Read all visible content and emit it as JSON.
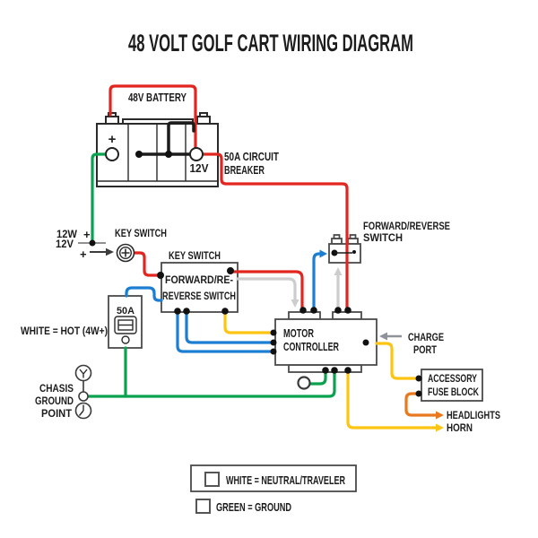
{
  "title": "48 VOLT GOLF CART WIRING DIAGRAM",
  "colors": {
    "red": "#e2261f",
    "blue": "#1b7ed2",
    "green": "#0aa24f",
    "yellow": "#fdc411",
    "orange": "#e8791f",
    "white_wire": "#cdcdcd",
    "note_gray": "#8d9398",
    "box_stroke": "#4a4a4a"
  },
  "battery": {
    "label": "48V BATTERY",
    "plus": "+",
    "tap_label": "12V"
  },
  "circuit_breaker": {
    "line1": "50A CIRCUIT",
    "line2": "BREAKER"
  },
  "key_switch": {
    "label": "KEY SWITCH",
    "tap12w": "12W",
    "tap12w_plus": "+",
    "tap12v": "12V",
    "tap12v_plus": "+"
  },
  "key_switch_relay": {
    "title": "KEY SWITCH",
    "line1": "FORWARD/RE-",
    "line2": "REVERSE SWITCH"
  },
  "forward_reverse_switch": {
    "line1": "FORWARD/REVERSE",
    "line2": "SWITCH"
  },
  "fuse_50a": {
    "label": "50A"
  },
  "notes": {
    "white_hot": "WHITE = HOT (4W+)"
  },
  "motor_controller": {
    "line1": "MOTOR",
    "line2": "CONTROLLER"
  },
  "charge_port": {
    "line1": "CHARGE",
    "line2": "PORT"
  },
  "accessory_fuse_block": {
    "line1": "ACCESSORY",
    "line2": "FUSE BLOCK"
  },
  "outputs": {
    "headlights": "HEADLIGHTS",
    "horn": "HORN"
  },
  "chassis_ground": {
    "line1": "CHASIS",
    "line2": "GROUND",
    "line3": "POINT"
  },
  "legend": {
    "white": "WHITE = NEUTRAL/TRAVELER",
    "green": "GREEN = GROUND"
  }
}
